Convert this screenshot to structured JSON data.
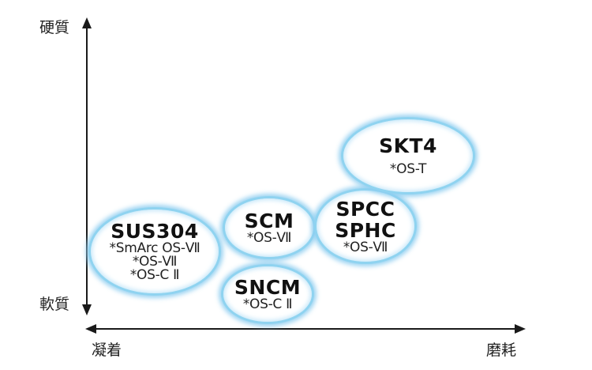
{
  "axes": {
    "y_top": "硬質",
    "y_bottom": "軟質",
    "x_left": "凝着",
    "x_right": "磨耗"
  },
  "materials": [
    {
      "name": "SUS304",
      "grades": [
        "*SmArc OS-Ⅶ",
        "*OS-Ⅶ",
        "*OS-C Ⅱ"
      ]
    },
    {
      "name": "SCM",
      "grades": [
        "*OS-Ⅶ"
      ]
    },
    {
      "name": "SNCM",
      "grades": [
        "*OS-C Ⅱ"
      ]
    },
    {
      "name": "SPCC\nSPHC",
      "grades": [
        "*OS-Ⅶ"
      ]
    },
    {
      "name": "SKT4",
      "grades": [
        "*OS-T"
      ]
    }
  ],
  "colors": {
    "axis": "#1a1a1a",
    "bubble_border": "#8fd3f0"
  }
}
